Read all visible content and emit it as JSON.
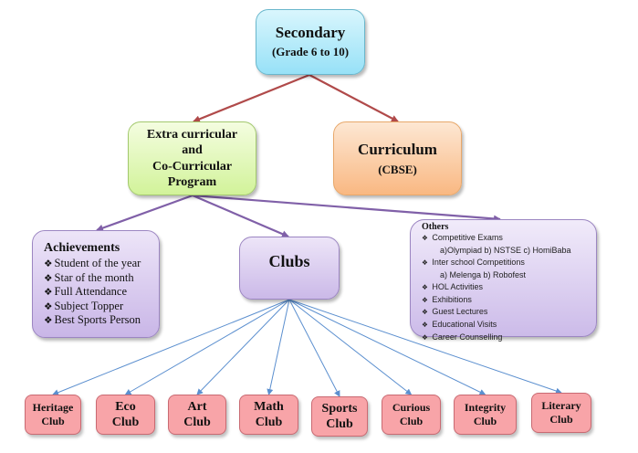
{
  "diagram": {
    "secondary": {
      "title": "Secondary",
      "subtitle": "(Grade 6 to 10)"
    },
    "extra_curricular": {
      "lines": [
        "Extra curricular",
        "and",
        "Co-Curricular",
        "Program"
      ]
    },
    "curriculum": {
      "title": "Curriculum",
      "subtitle": "(CBSE)"
    },
    "achievements": {
      "heading": "Achievements",
      "bullet": "❖",
      "items": [
        "Student of the year",
        "Star of the month",
        "Full Attendance",
        "Subject Topper",
        "Best Sports Person"
      ]
    },
    "clubs": {
      "title": "Clubs"
    },
    "others": {
      "heading": "Others",
      "bullet": "❖",
      "items": [
        {
          "text": "Competitive Exams",
          "sub": "a)Olympiad b) NSTSE c) HomiBaba"
        },
        {
          "text": "Inter school Competitions",
          "sub": "a) Melenga b) Robofest"
        },
        {
          "text": "HOL Activities"
        },
        {
          "text": "Exhibitions"
        },
        {
          "text": "Guest Lectures"
        },
        {
          "text": "Educational Visits"
        },
        {
          "text": "Career Counselling"
        }
      ]
    },
    "club_list": [
      {
        "line1": "Heritage",
        "line2": "Club"
      },
      {
        "line1": "Eco",
        "line2": "Club"
      },
      {
        "line1": "Art",
        "line2": "Club"
      },
      {
        "line1": "Math",
        "line2": "Club"
      },
      {
        "line1": "Sports",
        "line2": "Club"
      },
      {
        "line1": "Curious",
        "line2": "Club"
      },
      {
        "line1": "Integrity",
        "line2": "Club"
      },
      {
        "line1": "Literary",
        "line2": "Club"
      }
    ],
    "colors": {
      "top_arrows": "#b04a4a",
      "mid_arrows": "#8060a8",
      "club_arrows": "#5b8fcf",
      "secondary_fill": "#97e1f7",
      "extra_fill": "#d2f39a",
      "curriculum_fill": "#f9b882",
      "purple_fill": "#c9b6e7",
      "club_fill": "#f8a4a8"
    }
  }
}
